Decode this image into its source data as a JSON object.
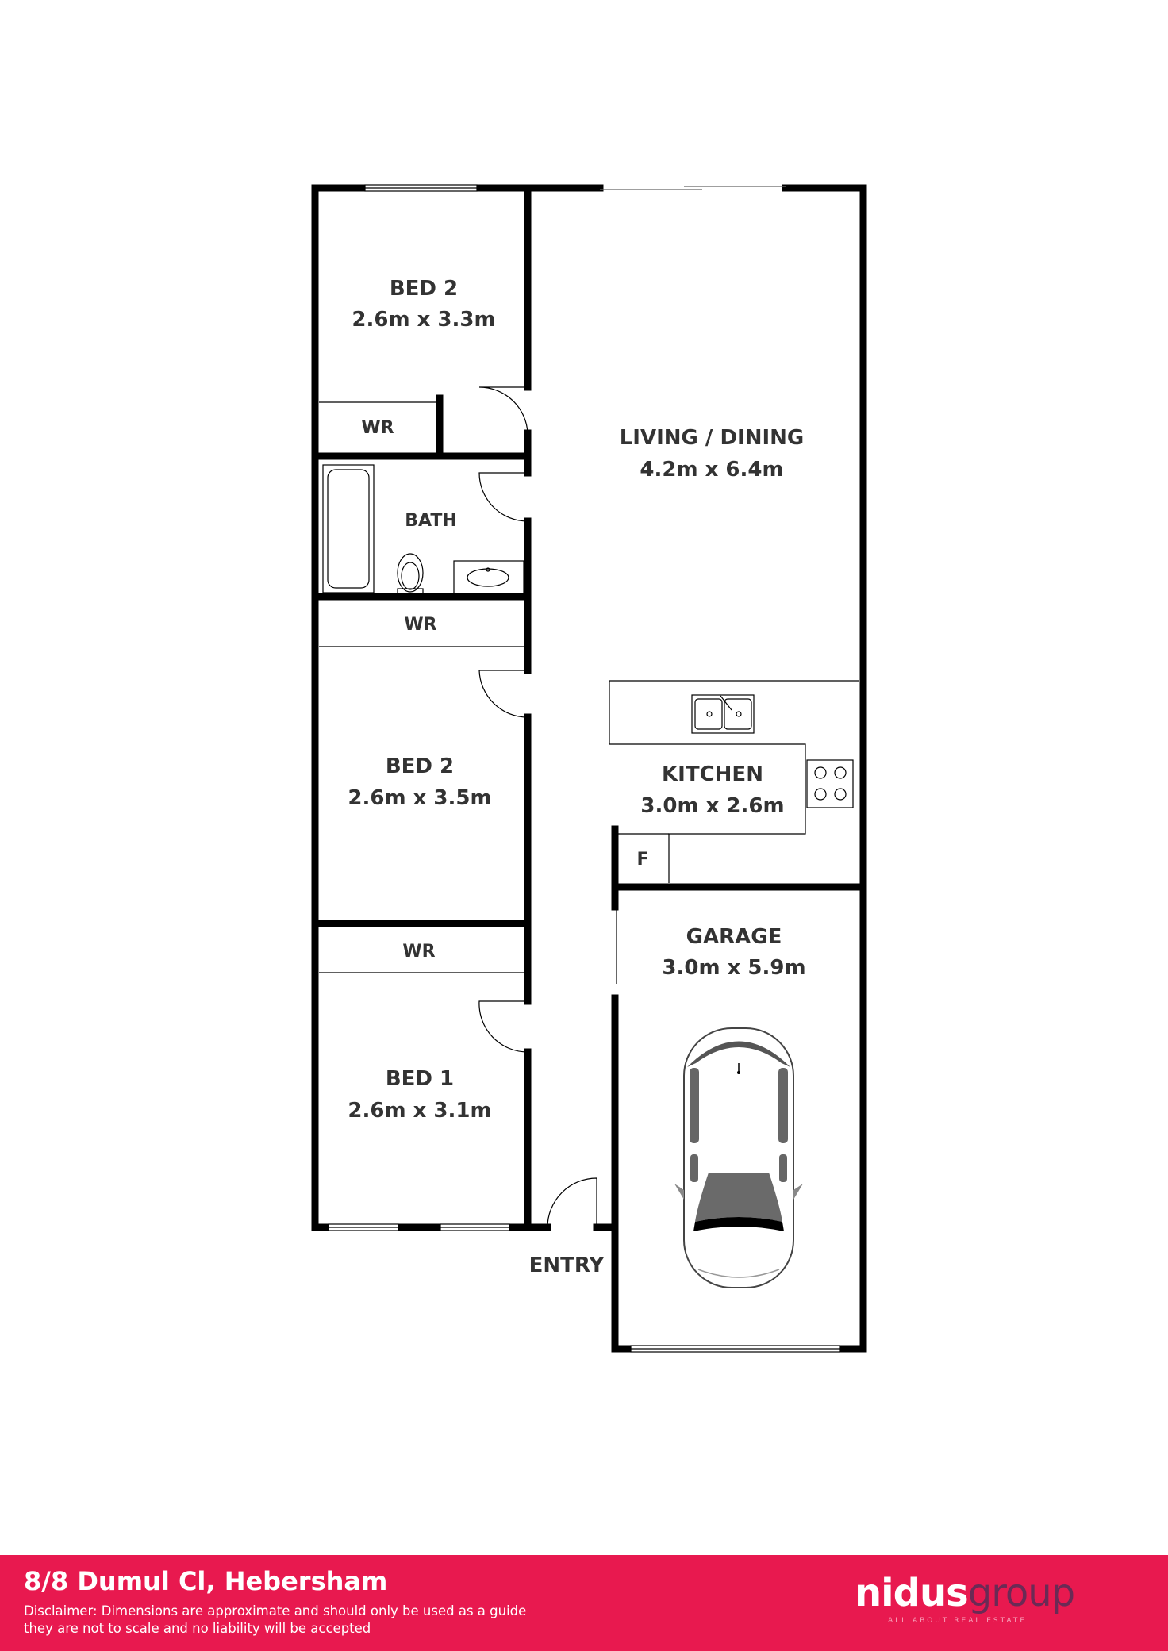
{
  "rooms": {
    "bed2_top": {
      "name": "BED 2",
      "dims": "2.6m x 3.3m"
    },
    "living": {
      "name": "LIVING / DINING",
      "dims": "4.2m x 6.4m"
    },
    "bath": {
      "name": "BATH"
    },
    "bed2_mid": {
      "name": "BED 2",
      "dims": "2.6m x 3.5m"
    },
    "kitchen": {
      "name": "KITCHEN",
      "dims": "3.0m x 2.6m"
    },
    "garage": {
      "name": "GARAGE",
      "dims": "3.0m x 5.9m"
    },
    "bed1": {
      "name": "BED 1",
      "dims": "2.6m x 3.1m"
    }
  },
  "labels": {
    "wr_top": "WR",
    "wr_mid": "WR",
    "wr_bottom": "WR",
    "fridge": "F",
    "entry": "ENTRY"
  },
  "icons": [
    "bathtub-icon",
    "toilet-icon",
    "basin-icon",
    "sink-icon",
    "cooktop-icon",
    "car-icon"
  ],
  "footer": {
    "address": "8/8 Dumul Cl, Hebersham",
    "disclaimer": "Disclaimer: Dimensions are approximate and should only be used as a guide they are not to scale and no liability will be accepted",
    "logo_part1": "nidus",
    "logo_part2": "group",
    "tagline": "ALL ABOUT REAL ESTATE"
  },
  "colors": {
    "brand": "#e8194f",
    "wall": "#000000",
    "text": "#333333"
  }
}
